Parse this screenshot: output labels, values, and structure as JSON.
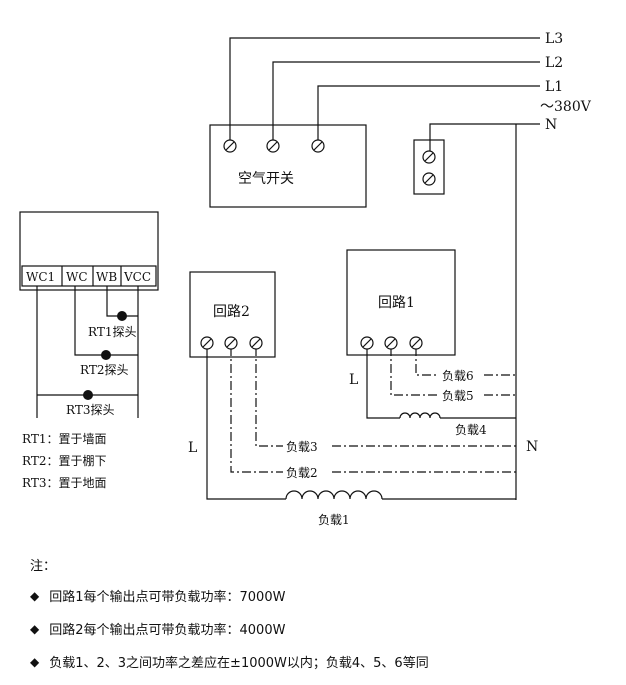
{
  "lines": {
    "l3": "L3",
    "l2": "L2",
    "l1": "L1",
    "voltage": "～380V",
    "n": "N"
  },
  "air_switch": {
    "label": "空气开关"
  },
  "thermostat": {
    "terminals": [
      "WC1",
      "WC",
      "WB",
      "VCC"
    ]
  },
  "probes": [
    "RT1探头",
    "RT2探头",
    "RT3探头"
  ],
  "probe_notes": [
    "RT1：置于墙面",
    "RT2：置于棚下",
    "RT3：置于地面"
  ],
  "circuit2": {
    "label": "回路2",
    "l_label": "L",
    "loads": [
      "负载3",
      "负载2",
      "负载1"
    ]
  },
  "circuit1": {
    "label": "回路1",
    "l_label": "L",
    "loads": [
      "负载6",
      "负载5",
      "负载4"
    ]
  },
  "n_label": "N",
  "notes": {
    "title": "注：",
    "items": [
      "回路1每个输出点可带负载功率：7000W",
      "回路2每个输出点可带负载功率：4000W",
      "负载1、2、3之间功率之差应在±1000W以内；负载4、5、6等同"
    ]
  }
}
